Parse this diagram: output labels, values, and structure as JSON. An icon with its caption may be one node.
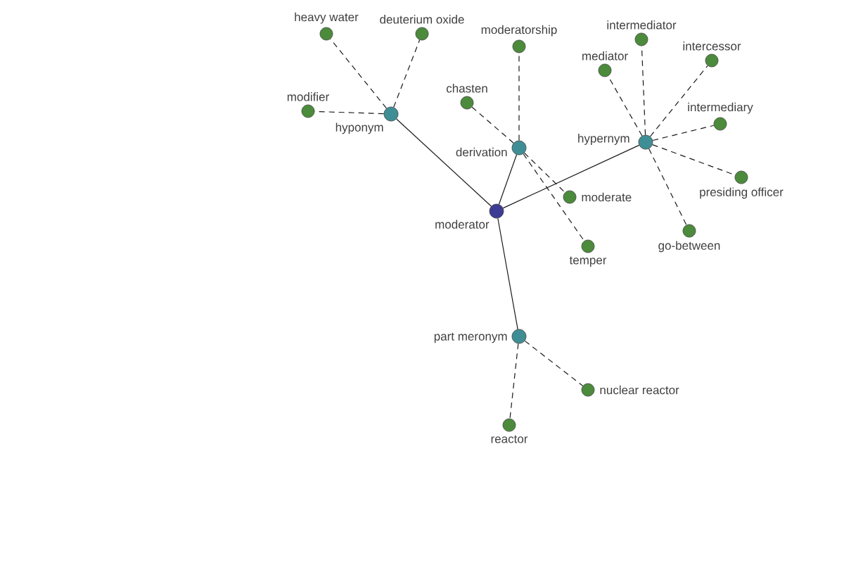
{
  "diagram": {
    "nodes": [
      {
        "text": [
          "moderator"
        ]
      },
      {
        "text": [
          "hyponym"
        ]
      },
      {
        "text": [
          "heavy water"
        ]
      },
      {
        "text": [
          "deuterium oxide"
        ]
      },
      {
        "text": [
          "modifier"
        ]
      },
      {
        "text": [
          "derivation"
        ]
      },
      {
        "text": [
          "moderatorship"
        ]
      },
      {
        "text": [
          "chasten"
        ]
      },
      {
        "text": [
          "moderate"
        ]
      },
      {
        "text": [
          "temper"
        ]
      },
      {
        "text": [
          "hypernym"
        ]
      },
      {
        "text": [
          "intermediator"
        ]
      },
      {
        "text": [
          "intercessor"
        ]
      },
      {
        "text": [
          "mediator"
        ]
      },
      {
        "text": [
          "intermediary"
        ]
      },
      {
        "text": [
          "presiding officer"
        ]
      },
      {
        "text": [
          "go-between"
        ]
      },
      {
        "text": [
          "part meronym"
        ]
      },
      {
        "text": [
          "nuclear reactor"
        ]
      },
      {
        "text": [
          "reactor"
        ]
      }
    ],
    "edges": [
      {
        "from": 0,
        "to": 1,
        "arrow": "none"
      },
      {
        "from": 1,
        "to": 2,
        "arrow": "none",
        "style": "dashed"
      },
      {
        "from": 1,
        "to": 3,
        "arrow": "none",
        "style": "dashed"
      },
      {
        "from": 1,
        "to": 4,
        "arrow": "none",
        "style": "dashed"
      },
      {
        "from": 0,
        "to": 5,
        "arrow": "none"
      },
      {
        "from": 5,
        "to": 6,
        "arrow": "none",
        "style": "dashed"
      },
      {
        "from": 5,
        "to": 7,
        "arrow": "none",
        "style": "dashed"
      },
      {
        "from": 5,
        "to": 8,
        "arrow": "none",
        "style": "dashed"
      },
      {
        "from": 5,
        "to": 9,
        "arrow": "none",
        "style": "dashed"
      },
      {
        "from": 0,
        "to": 10,
        "arrow": "none"
      },
      {
        "from": 10,
        "to": 11,
        "arrow": "none",
        "style": "dashed"
      },
      {
        "from": 10,
        "to": 12,
        "arrow": "none",
        "style": "dashed"
      },
      {
        "from": 10,
        "to": 13,
        "arrow": "none",
        "style": "dashed"
      },
      {
        "from": 10,
        "to": 14,
        "arrow": "none",
        "style": "dashed"
      },
      {
        "from": 10,
        "to": 15,
        "arrow": "none",
        "style": "dashed"
      },
      {
        "from": 10,
        "to": 16,
        "arrow": "none",
        "style": "dashed"
      },
      {
        "from": 0,
        "to": 17,
        "arrow": "none"
      },
      {
        "from": 17,
        "to": 18,
        "arrow": "none",
        "style": "dashed"
      },
      {
        "from": 17,
        "to": 19,
        "arrow": "none",
        "style": "dashed"
      }
    ]
  }
}
